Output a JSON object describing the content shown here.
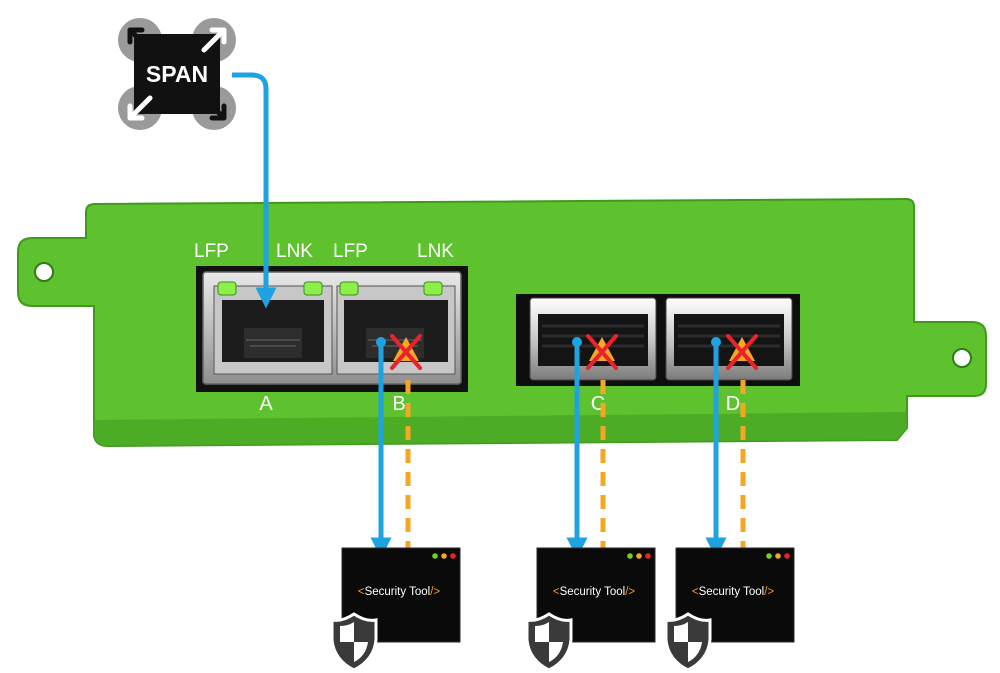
{
  "span_badge": {
    "label": "SPAN"
  },
  "device": {
    "led_labels": [
      {
        "text": "LFP"
      },
      {
        "text": "LNK"
      },
      {
        "text": "LFP"
      },
      {
        "text": "LNK"
      }
    ],
    "ports": [
      {
        "id": "A",
        "kind": "rj45",
        "blocked": false
      },
      {
        "id": "B",
        "kind": "rj45",
        "blocked": true
      },
      {
        "id": "C",
        "kind": "sfp",
        "blocked": true
      },
      {
        "id": "D",
        "kind": "sfp",
        "blocked": true
      }
    ]
  },
  "tools": [
    {
      "label_open": "<",
      "label_text": "Security Tool",
      "label_close": "/>",
      "icon": "shield-icon"
    },
    {
      "label_open": "<",
      "label_text": "Security Tool",
      "label_close": "/>",
      "icon": "shield-icon"
    },
    {
      "label_open": "<",
      "label_text": "Security Tool",
      "label_close": "/>",
      "icon": "shield-icon"
    }
  ],
  "colors": {
    "device_green": "#5dc22e",
    "device_green_dark": "#3f9a1c",
    "flow_blue": "#1fa3e0",
    "return_orange": "#f5a623",
    "block_red": "#e8232a",
    "led_green": "#8df04a",
    "tool_bracket": "#f39c12"
  }
}
